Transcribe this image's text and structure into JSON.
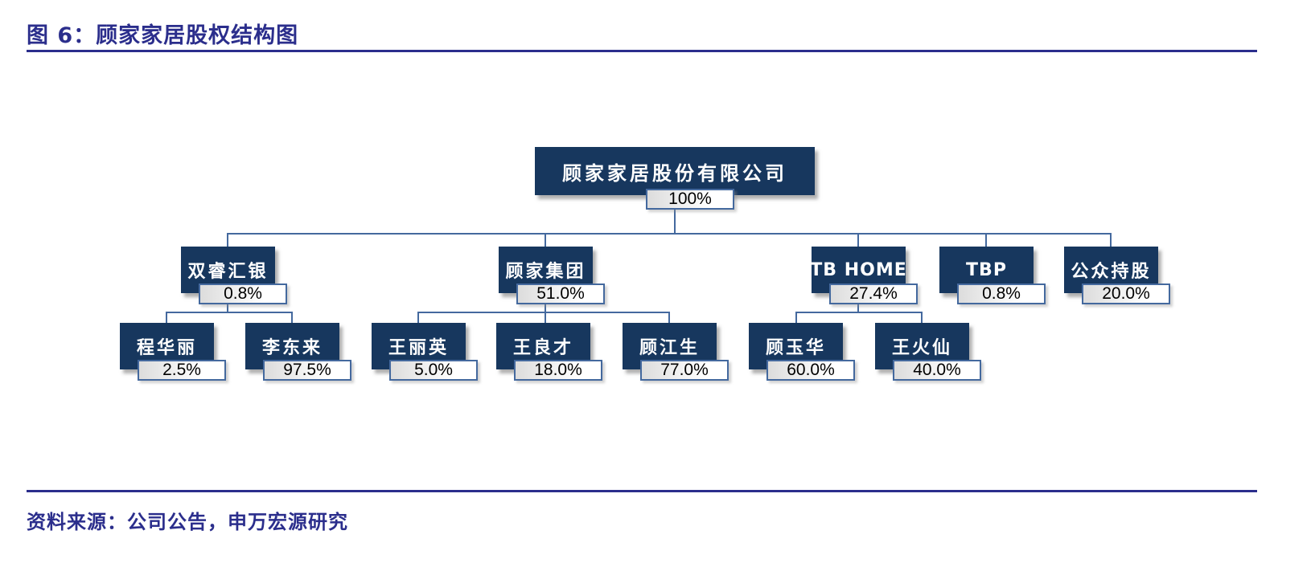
{
  "header": {
    "figure_title": "图 6：顾家家居股权结构图"
  },
  "footer": {
    "source": "资料来源：公司公告，申万宏源研究"
  },
  "colors": {
    "title_indigo": "#2b2e8c",
    "node_fill_navy": "#17375e",
    "node_text": "#ffffff",
    "connector_blue": "#44699e",
    "pct_text": "#000000",
    "page_background": "#ffffff"
  },
  "chart_data": {
    "type": "org-chart",
    "title": "顾家家居股权结构图",
    "root": {
      "label": "顾家家居股份有限公司",
      "pct": "100%"
    },
    "level2": [
      {
        "label": "双睿汇银",
        "pct": "0.8%"
      },
      {
        "label": "顾家集团",
        "pct": "51.0%"
      },
      {
        "label": "TB HOME",
        "pct": "27.4%"
      },
      {
        "label": "TBP",
        "pct": "0.8%"
      },
      {
        "label": "公众持股",
        "pct": "20.0%"
      }
    ],
    "level3": [
      {
        "parent": "双睿汇银",
        "label": "程华丽",
        "pct": "2.5%"
      },
      {
        "parent": "双睿汇银",
        "label": "李东来",
        "pct": "97.5%"
      },
      {
        "parent": "顾家集团",
        "label": "王丽英",
        "pct": "5.0%"
      },
      {
        "parent": "顾家集团",
        "label": "王良才",
        "pct": "18.0%"
      },
      {
        "parent": "顾家集团",
        "label": "顾江生",
        "pct": "77.0%"
      },
      {
        "parent": "TB HOME",
        "label": "顾玉华",
        "pct": "60.0%"
      },
      {
        "parent": "TB HOME",
        "label": "王火仙",
        "pct": "40.0%"
      }
    ]
  }
}
